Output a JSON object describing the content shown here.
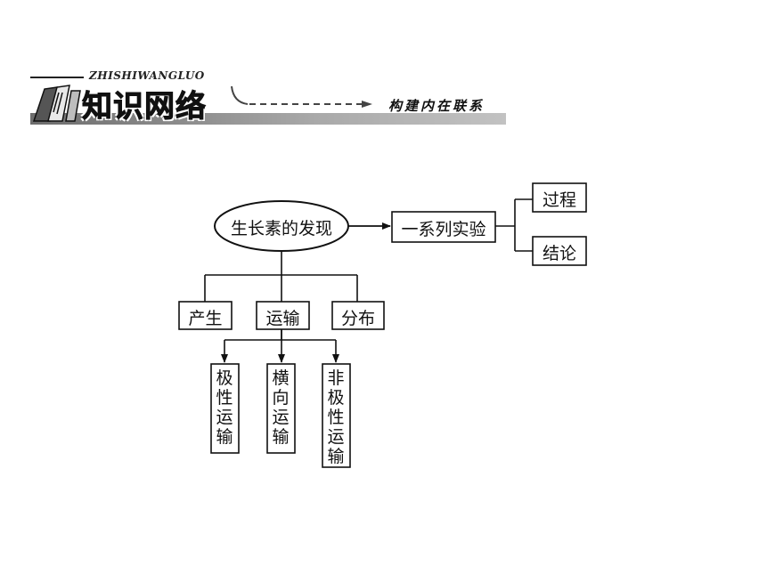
{
  "header": {
    "pinyin": "ZHISHIWANGLUO",
    "title": "知识网络",
    "subtitle": "构建内在联系"
  },
  "diagram": {
    "root": "生长素的发现",
    "experiment": "一系列实验",
    "experiment_children": [
      "过程",
      "结论"
    ],
    "branches": [
      "产生",
      "运输",
      "分布"
    ],
    "transport_types": [
      "极性运输",
      "横向运输",
      "非极性运输"
    ]
  }
}
